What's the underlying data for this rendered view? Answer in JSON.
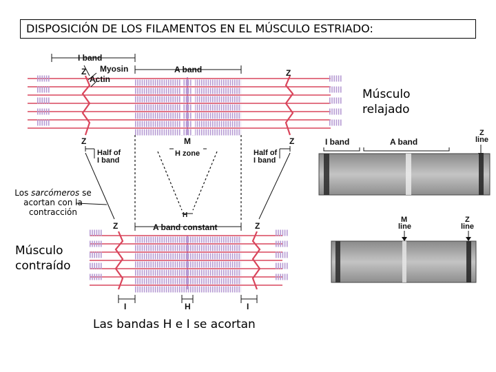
{
  "title": "DISPOSICIÓN DE LOS FILAMENTOS EN EL MÚSCULO ESTRIADO:",
  "relaxed_label": {
    "line1": "Músculo",
    "line2": "relajado"
  },
  "contracted_label": {
    "line1": "Músculo",
    "line2": "contraído"
  },
  "note": {
    "before": "Los ",
    "emph": "sarcómeros",
    "after": " se acortan con la contracción"
  },
  "caption": "Las bandas H e I se acortan",
  "labels": {
    "i_band": "I band",
    "a_band": "A band",
    "z": "Z",
    "myosin": "Myosin",
    "actin": "Actin",
    "m": "M",
    "half_of": "Half of",
    "i_band_lc": "I band",
    "h_zone": "H zone",
    "h": "H",
    "i": "I",
    "a_band_constant": "A band constant",
    "z_line_1": "Z",
    "z_line_2": "line",
    "m_line_1": "M",
    "m_line_2": "line"
  },
  "colors": {
    "actin": "#d9455b",
    "myosin": "#b59ad3",
    "line": "#111111"
  }
}
